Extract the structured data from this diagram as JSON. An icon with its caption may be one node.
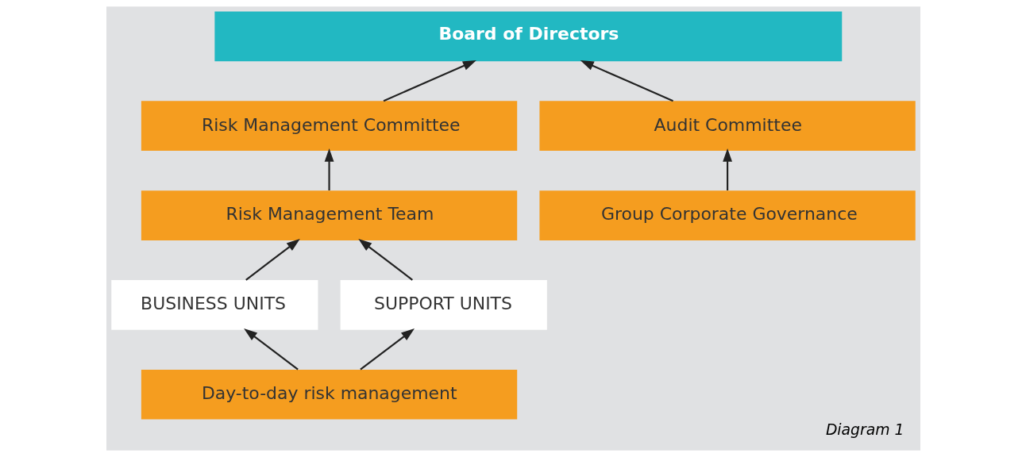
{
  "diagram": {
    "caption": "Diagram 1",
    "nodes": [
      {
        "text": [
          "Board of Directors"
        ]
      },
      {
        "text": [
          "Risk Management Committee"
        ]
      },
      {
        "text": [
          "Audit Committee"
        ]
      },
      {
        "text": [
          "Risk Management Team"
        ]
      },
      {
        "text": [
          "Group Corporate Governance"
        ]
      },
      {
        "text": [
          "BUSINESS UNITS"
        ]
      },
      {
        "text": [
          "SUPPORT UNITS"
        ]
      },
      {
        "text": [
          "Day-to-day risk management"
        ]
      }
    ],
    "edges": [
      {
        "from": 1,
        "to": 0,
        "arrow": "to"
      },
      {
        "from": 2,
        "to": 0,
        "arrow": "to"
      },
      {
        "from": 3,
        "to": 1,
        "arrow": "to"
      },
      {
        "from": 4,
        "to": 2,
        "arrow": "to"
      },
      {
        "from": 5,
        "to": 3,
        "arrow": "to"
      },
      {
        "from": 6,
        "to": 3,
        "arrow": "to"
      },
      {
        "from": 7,
        "to": 5,
        "arrow": "to"
      },
      {
        "from": 7,
        "to": 6,
        "arrow": "to"
      }
    ]
  }
}
